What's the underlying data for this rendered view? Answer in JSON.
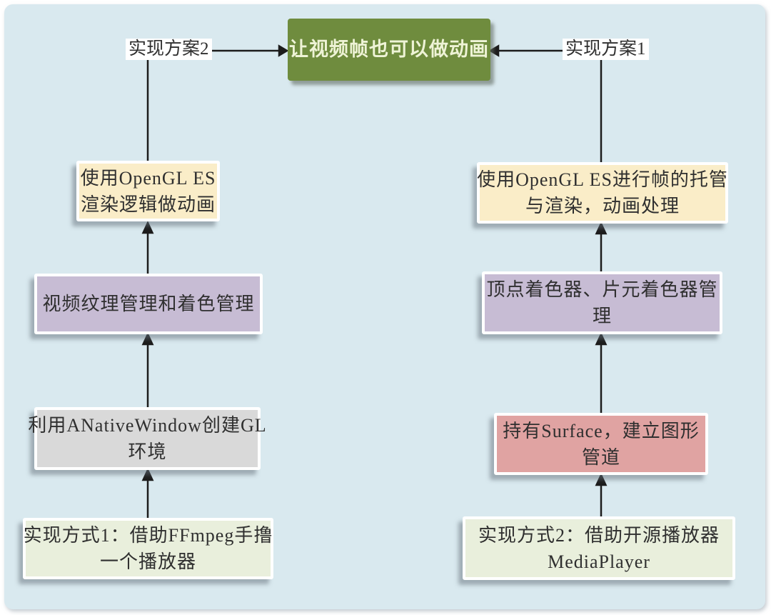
{
  "palette": {
    "page_bg": "#ffffff",
    "canvas_bg": "#d9e9ef",
    "connector": "#1c1c1c",
    "node_text": "#2f2f2f",
    "node_border": "#ffffff",
    "label_bg": "#ffffff"
  },
  "goal": {
    "lines": [
      "让视频帧也可以做动画"
    ],
    "bg": "#6f8c3e",
    "text_color": "#eef3d6"
  },
  "plan_labels": {
    "plan2": "实现方案2",
    "plan1": "实现方案1"
  },
  "left_branch": {
    "top": {
      "lines": [
        "使用OpenGL ES",
        "渲染逻辑做动画"
      ],
      "bg": "#faedc8"
    },
    "mid": {
      "lines": [
        "视频纹理管理和着色管理"
      ],
      "bg": "#c7bcd4"
    },
    "low": {
      "lines": [
        "利用ANativeWindow创建GL",
        "环境"
      ],
      "bg": "#d9d9d9"
    },
    "base": {
      "lines": [
        "实现方式1：借助FFmpeg手撸",
        "一个播放器"
      ],
      "bg": "#e9efdc"
    }
  },
  "right_branch": {
    "top": {
      "lines": [
        "使用OpenGL ES进行帧的托管",
        "与渲染，动画处理"
      ],
      "bg": "#faedc8"
    },
    "mid": {
      "lines": [
        "顶点着色器、片元着色器管",
        "理"
      ],
      "bg": "#c7bcd4"
    },
    "low": {
      "lines": [
        "持有Surface，建立图形",
        "管道"
      ],
      "bg": "#e0a3a2"
    },
    "base": {
      "lines": [
        "实现方式2：借助开源播放器",
        "MediaPlayer"
      ],
      "bg": "#e9efdc"
    }
  }
}
